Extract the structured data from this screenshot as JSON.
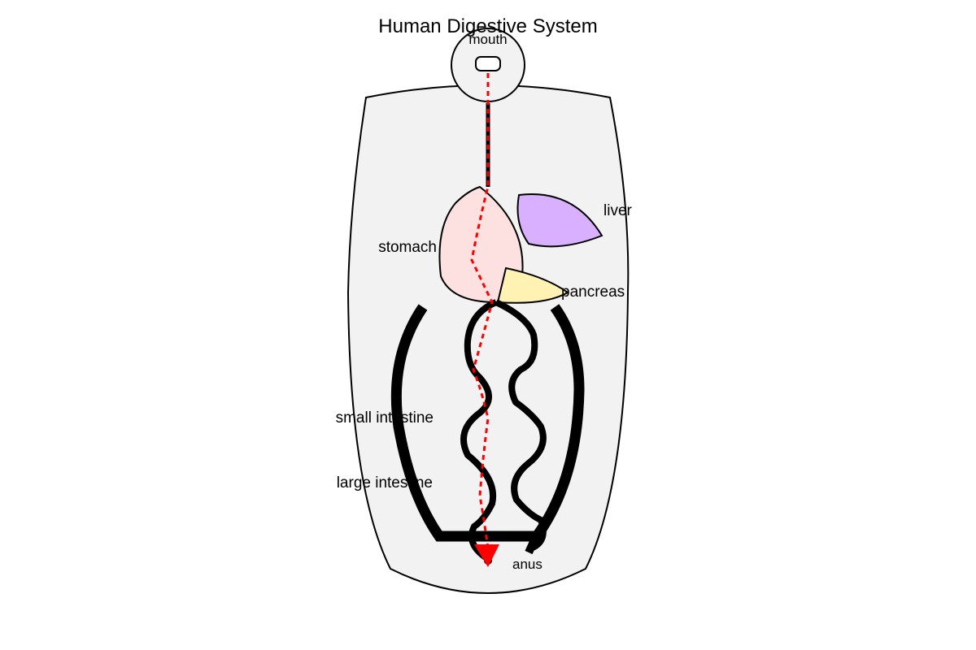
{
  "title": "Human Digestive System",
  "labels": {
    "mouth": "mouth",
    "liver": "liver",
    "stomach": "stomach",
    "pancreas": "pancreas",
    "small_intestine": "small intestine",
    "large_intestine": "large intestine",
    "anus": "anus"
  },
  "colors": {
    "body_fill": "#f2f2f2",
    "outline": "#000000",
    "stomach": "#fde0e0",
    "liver": "#d8b0ff",
    "pancreas": "#fff2b3",
    "food_path": "#ff0000"
  }
}
